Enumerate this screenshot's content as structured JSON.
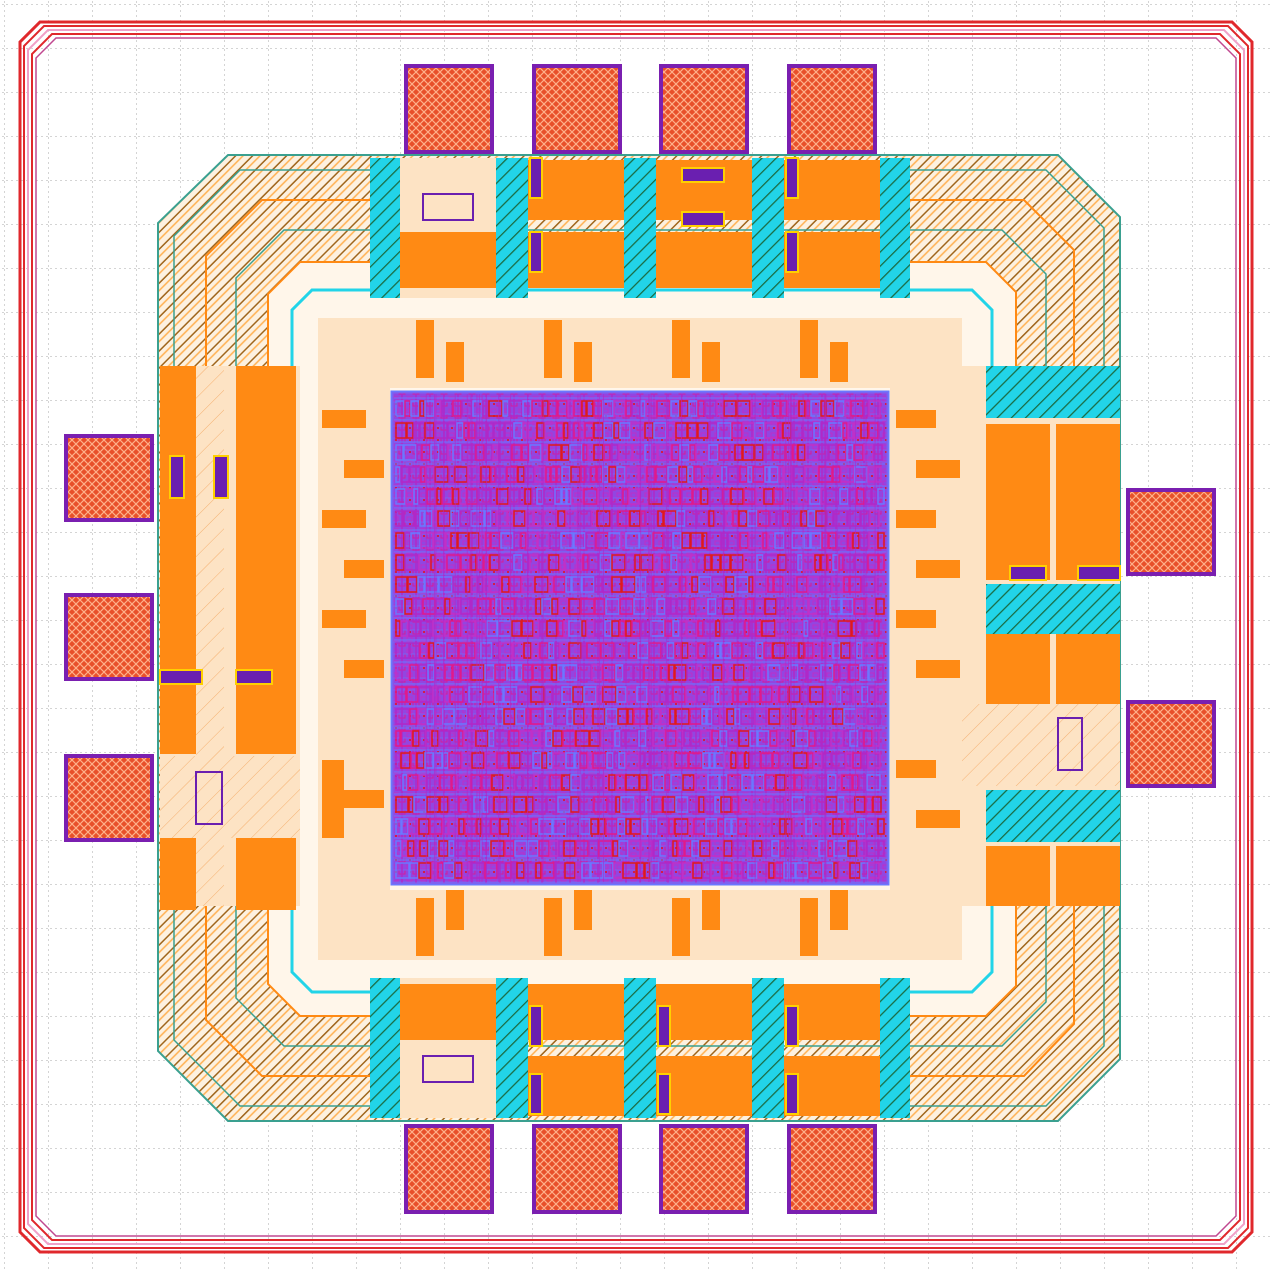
{
  "view": {
    "background": "#ffffff",
    "grid_color": "#9a9a9a",
    "grid_on": true
  },
  "layers": {
    "seal_ring": "#e0282c",
    "seal_ring_inner": "#f0a0c8",
    "bond_pad_fill": "#e8502a",
    "bond_pad_hatch": "#ff9a7a",
    "bond_pad_border": "#7a1fb0",
    "metal_orange": "#ff8a14",
    "io_peach": "#fde3c4",
    "hatch_brown": "#a0661c",
    "cyan": "#22d4e8",
    "teal_outline": "#3aa090",
    "yellow_outline": "#ffd000",
    "via_purple": "#6a1fb0",
    "core_blue": "#6a78ff",
    "core_magenta": "#b028c8",
    "core_red": "#e01a1a"
  },
  "pads": {
    "top_count": 4,
    "bottom_count": 4,
    "left_count": 3,
    "right_count": 2
  }
}
